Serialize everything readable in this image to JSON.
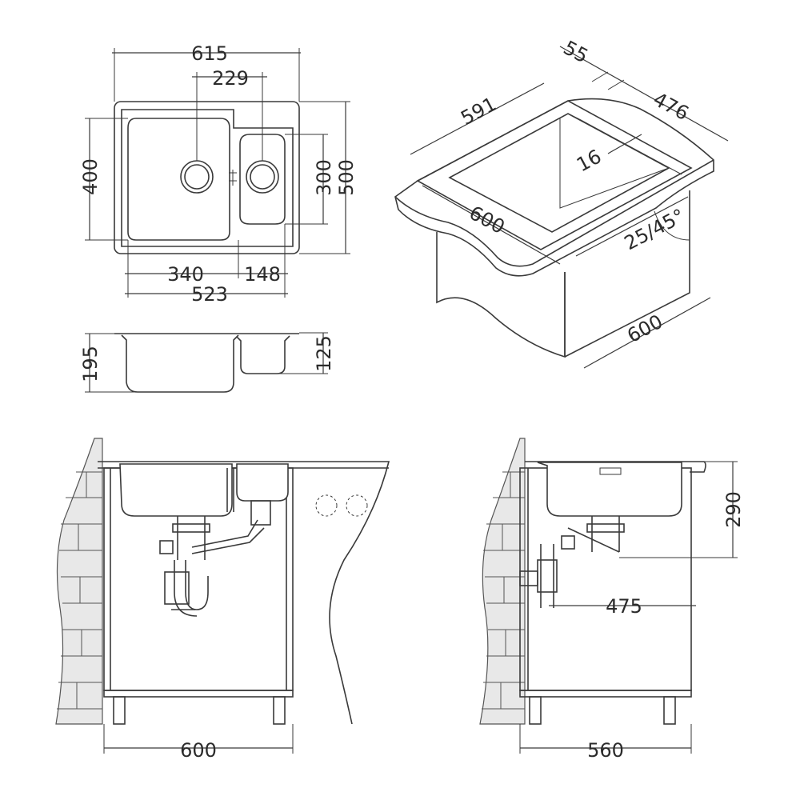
{
  "colors": {
    "line": "#3a3a3a",
    "text": "#2b2b2b",
    "background": "#ffffff"
  },
  "top_view": {
    "width_total": "615",
    "drain_spacing": "229",
    "height_main": "400",
    "height_small": "300",
    "height_total": "500",
    "main_bowl_width": "340",
    "small_bowl_width": "148",
    "bowls_width": "523"
  },
  "side_view": {
    "depth_main": "195",
    "depth_small": "125"
  },
  "iso_view": {
    "width_outer": "591",
    "edge": "55",
    "depth_outer": "476",
    "rim": "16",
    "front_width": "600",
    "radius": "25/45°",
    "cabinet_width": "600"
  },
  "front_view": {
    "cabinet_width": "600"
  },
  "right_view": {
    "height": "290",
    "drain_distance": "475",
    "cabinet_width": "560"
  }
}
